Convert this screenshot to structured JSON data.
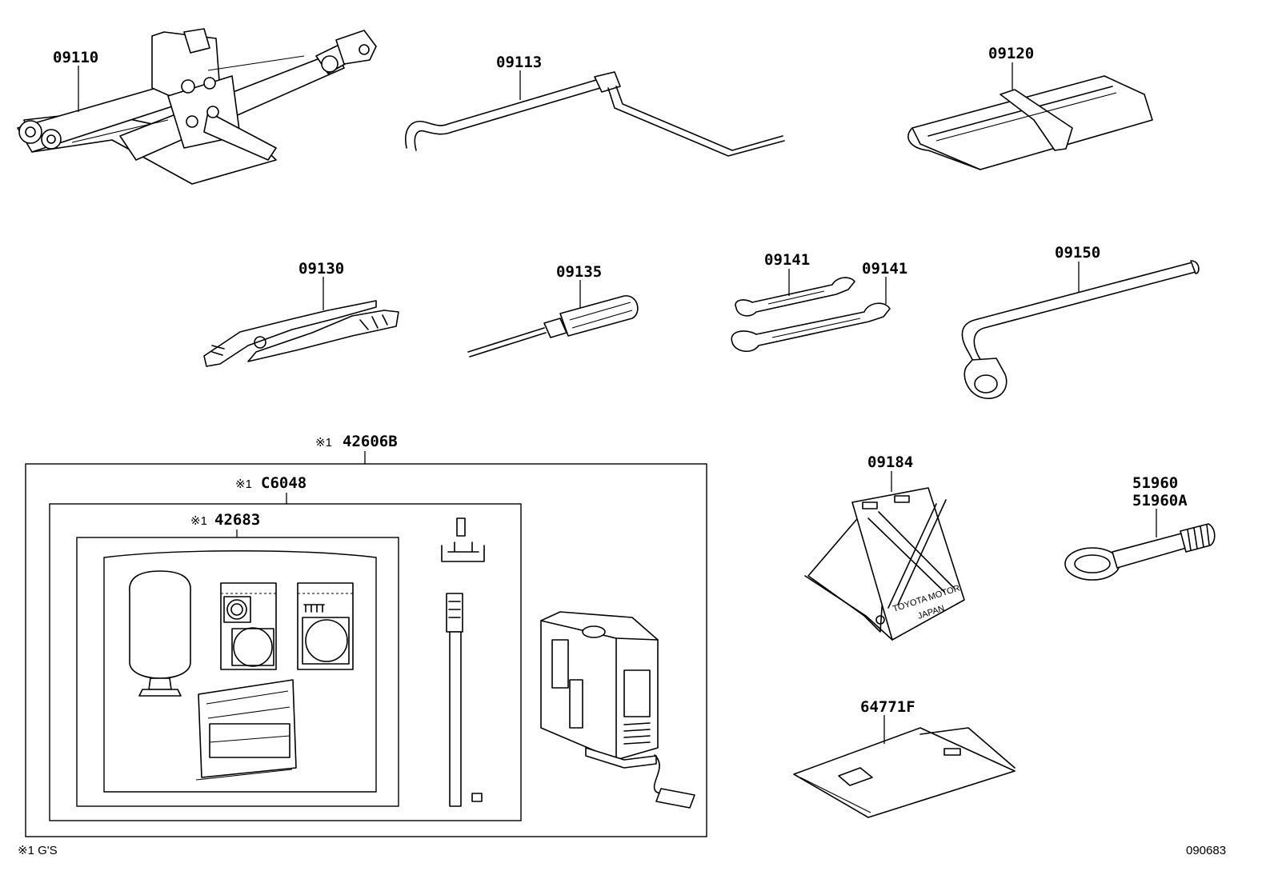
{
  "parts": {
    "jack": "09110",
    "jack_handle": "09113",
    "tool_bag": "09120",
    "pliers": "09130",
    "screwdriver": "09135",
    "wrench_a": "09141",
    "wrench_b": "09141",
    "wheel_wrench": "09150",
    "wheel_chock": "09184",
    "towing_eye_a": "51960",
    "towing_eye_b": "51960A",
    "tire_repair_kit": "42606B",
    "repair_set": "C6048",
    "sealant_kit": "42683",
    "document_case": "64771F"
  },
  "markers": {
    "kit_marker": "※1",
    "set_marker": "※1",
    "sealant_marker": "※1"
  },
  "chock_text": {
    "maker": "TOYOTA MOTOR",
    "country": "JAPAN"
  },
  "footnote": "※1 G'S",
  "diagram_code": "090683"
}
